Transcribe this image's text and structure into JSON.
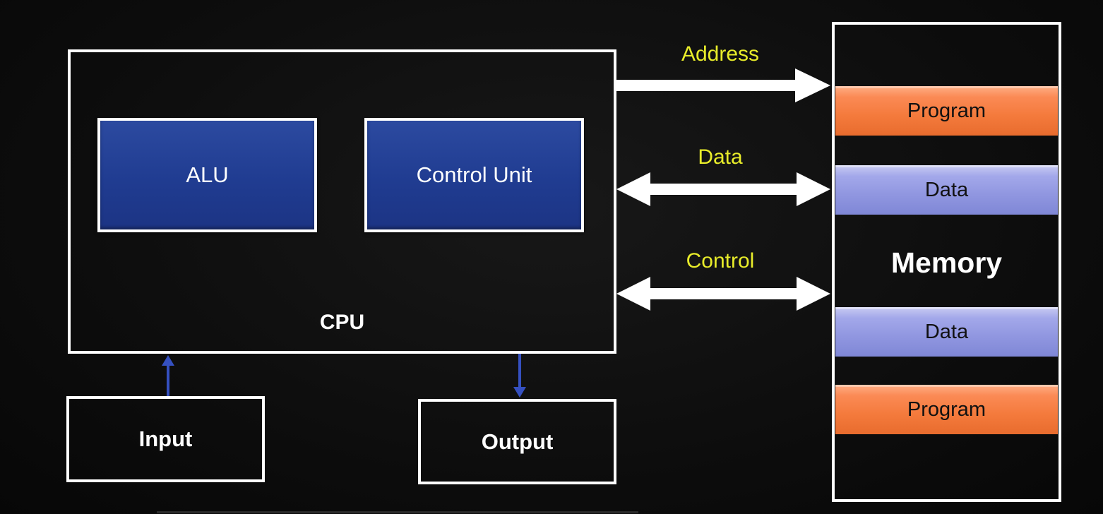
{
  "cpu": {
    "label": "CPU",
    "alu_label": "ALU",
    "control_unit_label": "Control Unit"
  },
  "io": {
    "input_label": "Input",
    "output_label": "Output"
  },
  "buses": {
    "address_label": "Address",
    "data_label": "Data",
    "control_label": "Control"
  },
  "memory": {
    "label": "Memory",
    "blocks": [
      {
        "label": "Program",
        "kind": "program"
      },
      {
        "label": "Data",
        "kind": "data"
      },
      {
        "label": "Data",
        "kind": "data"
      },
      {
        "label": "Program",
        "kind": "program"
      }
    ]
  },
  "colors": {
    "bus_label": "#e8ec2a",
    "unit_fill": "#203c91",
    "program_fill": "#f47a3c",
    "data_fill": "#9096e0",
    "io_arrow": "#3550c0"
  }
}
